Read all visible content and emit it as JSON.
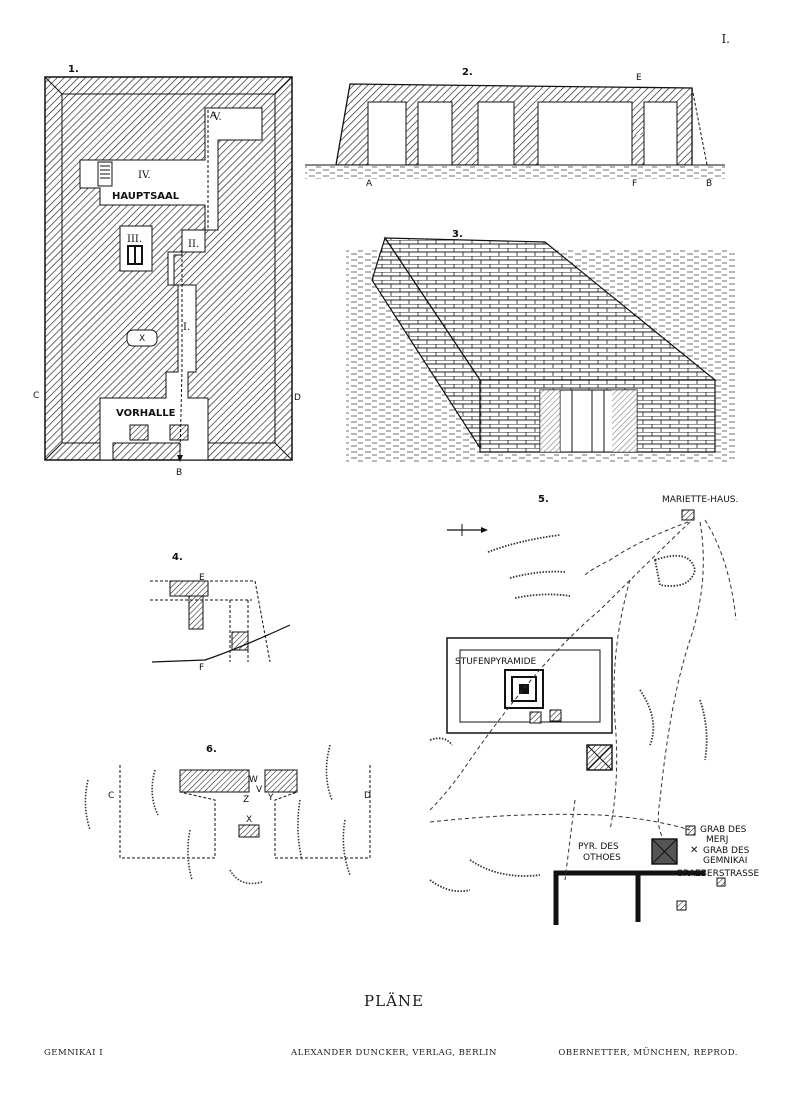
{
  "plate_number": "I.",
  "title": "PLÄNE",
  "footer": {
    "left": "GEMNIKAI I",
    "center": "ALEXANDER DUNCKER, VERLAG, BERLIN",
    "right": "OBERNETTER, MÜNCHEN, REPROD."
  },
  "figures": {
    "fig1": {
      "number": "1.",
      "room_labels": [
        "V.",
        "IV.",
        "HAUPTSAAL",
        "III.",
        "II.",
        "I.",
        "X",
        "VORHALLE"
      ],
      "letters": [
        "A",
        "B",
        "C",
        "D"
      ]
    },
    "fig2": {
      "number": "2.",
      "letters": [
        "E",
        "A",
        "F",
        "B"
      ]
    },
    "fig3": {
      "number": "3."
    },
    "fig4": {
      "number": "4.",
      "letters": [
        "E",
        "F"
      ]
    },
    "fig5": {
      "number": "5.",
      "labels": [
        "MARIETTE-HAUS.",
        "STUFENPYRAMIDE",
        "PYR. DES",
        "OTHOES",
        "GRAB DES",
        "MERJ",
        "GRAB DES",
        "GEMNIKAI",
        "GRAEBERSTRASSE"
      ]
    },
    "fig6": {
      "number": "6.",
      "letters": [
        "C",
        "D",
        "W",
        "Z",
        "V",
        "Y",
        "X"
      ]
    }
  },
  "colors": {
    "ink": "#1a1a1a",
    "paper": "#ffffff"
  }
}
